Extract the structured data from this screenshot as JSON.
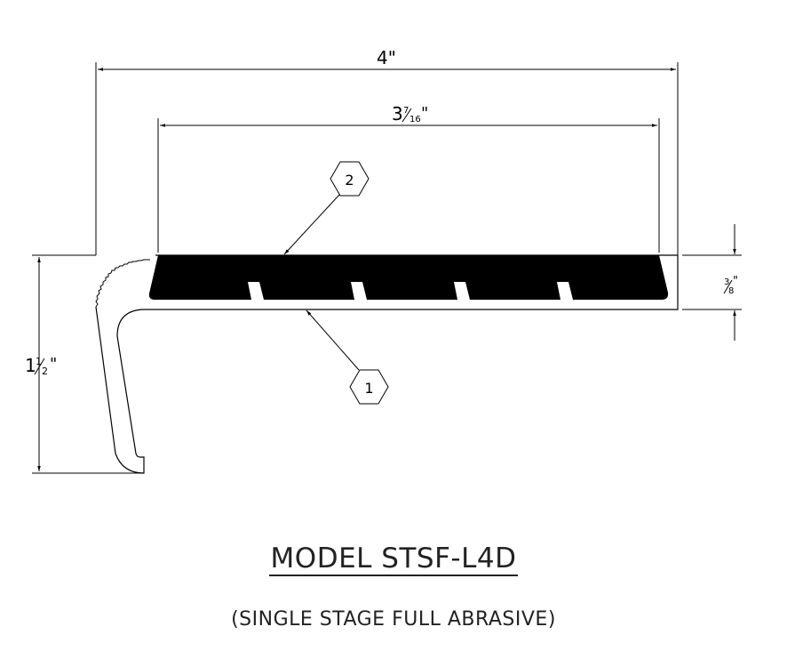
{
  "dimensions": {
    "overall_width": "4\"",
    "insert_width_whole": "3",
    "insert_width_num": "7",
    "insert_width_den": "16",
    "insert_width_mark": "\"",
    "height_whole": "1",
    "height_num": "1",
    "height_den": "2",
    "height_mark": "\"",
    "thickness_num": "3",
    "thickness_den": "8",
    "thickness_mark": "\""
  },
  "callouts": {
    "item_1": "1",
    "item_2": "2"
  },
  "title": "MODEL STSF-L4D",
  "subtitle": "(SINGLE STAGE FULL ABRASIVE)"
}
